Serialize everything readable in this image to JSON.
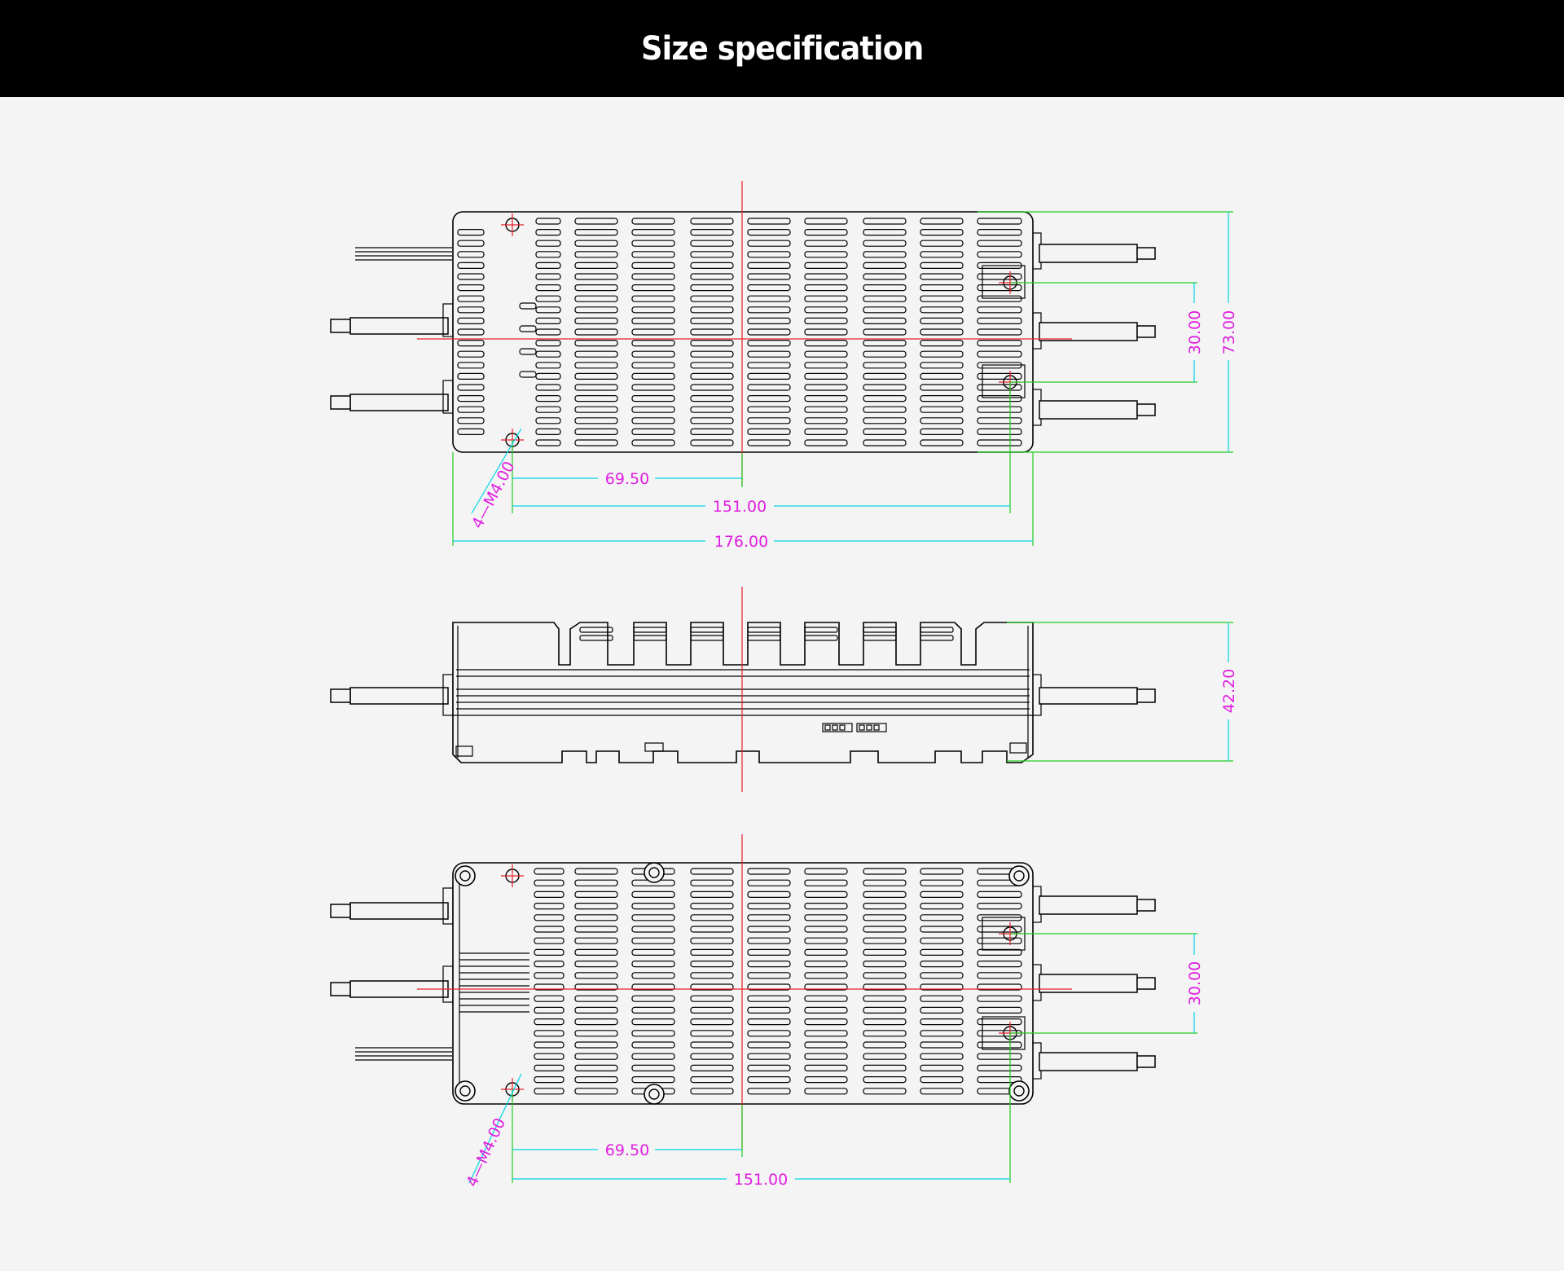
{
  "header": {
    "title": "Size specification"
  },
  "top_view": {
    "dimensions": {
      "width_total": "176.00",
      "hole_spacing_x": "151.00",
      "hole_to_center": "69.50",
      "height_total": "73.00",
      "hole_spacing_y": "30.00",
      "hole_callout": "4—M4.00"
    }
  },
  "side_view": {
    "dimensions": {
      "height": "42.20"
    }
  },
  "bottom_view": {
    "dimensions": {
      "hole_spacing_x": "151.00",
      "hole_to_center": "69.50",
      "hole_spacing_y": "30.00",
      "hole_callout": "4—M4.00"
    }
  },
  "colors": {
    "dimension_text": "#e01ee0",
    "dimension_line": "#00d4e6",
    "extension_line": "#22cc22",
    "center_line": "#e8202a",
    "outline": "#000000"
  }
}
